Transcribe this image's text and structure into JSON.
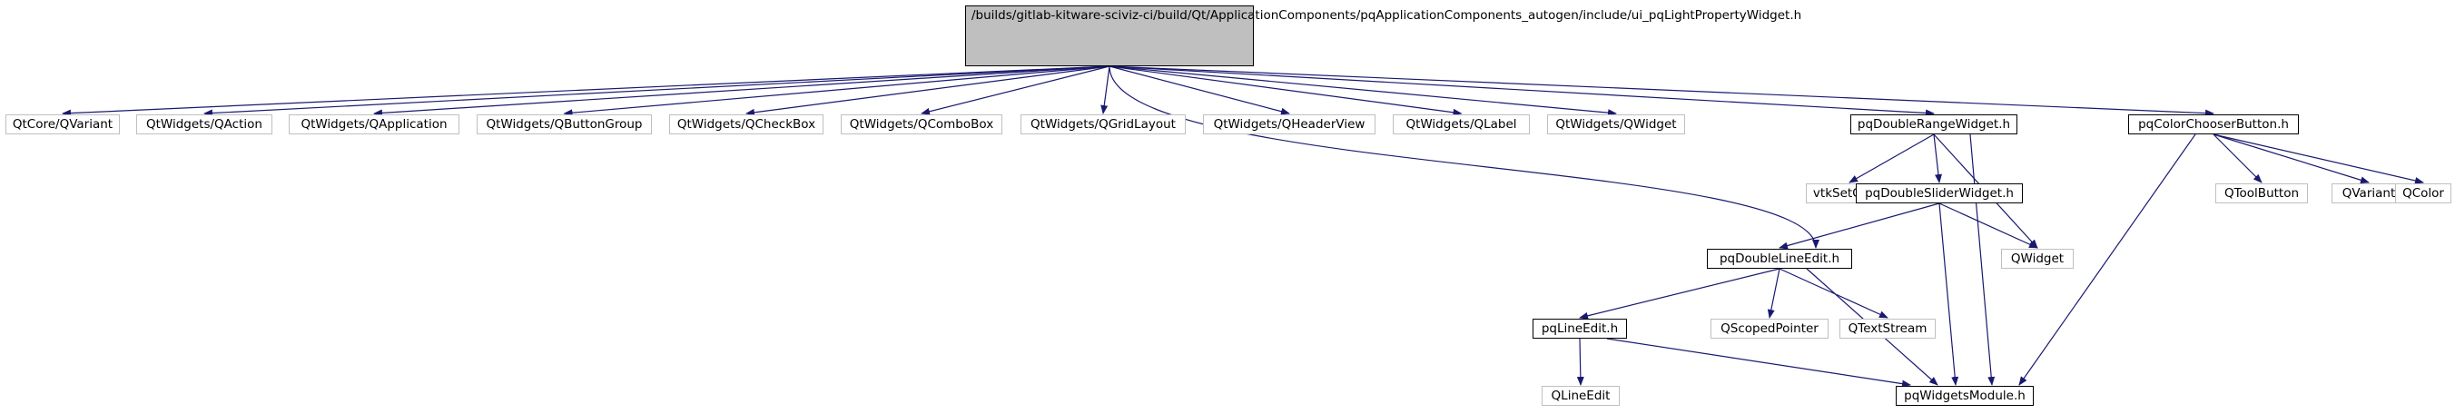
{
  "diagram": {
    "type": "include-dependency-graph",
    "edge_color": "#191970",
    "root": {
      "id": "root",
      "lines": [
        "/builds/gitlab-kitware",
        "-sciviz-ci/build/Qt/Application",
        "Components/pqApplicationComponents",
        "_autogen/include/ui_pqLightPropertyWidget.h"
      ]
    },
    "nodes": [
      {
        "id": "qvariant_core",
        "label": "QtCore/QVariant",
        "kind": "external"
      },
      {
        "id": "qaction",
        "label": "QtWidgets/QAction",
        "kind": "external"
      },
      {
        "id": "qapplication",
        "label": "QtWidgets/QApplication",
        "kind": "external"
      },
      {
        "id": "qbuttongroup",
        "label": "QtWidgets/QButtonGroup",
        "kind": "external"
      },
      {
        "id": "qcheckbox",
        "label": "QtWidgets/QCheckBox",
        "kind": "external"
      },
      {
        "id": "qcombobox",
        "label": "QtWidgets/QComboBox",
        "kind": "external"
      },
      {
        "id": "qgridlayout",
        "label": "QtWidgets/QGridLayout",
        "kind": "external"
      },
      {
        "id": "qheaderview",
        "label": "QtWidgets/QHeaderView",
        "kind": "external"
      },
      {
        "id": "qlabel",
        "label": "QtWidgets/QLabel",
        "kind": "external"
      },
      {
        "id": "qwidget_full",
        "label": "QtWidgets/QWidget",
        "kind": "external"
      },
      {
        "id": "pqdoublerangewidget",
        "label": "pqDoubleRangeWidget.h",
        "kind": "internal"
      },
      {
        "id": "pqcolorchooserbutton",
        "label": "pqColorChooserButton.h",
        "kind": "internal"
      },
      {
        "id": "vtksetget",
        "label": "vtkSetGet.h",
        "kind": "external"
      },
      {
        "id": "pqdoubleslider",
        "label": "pqDoubleSliderWidget.h",
        "kind": "internal"
      },
      {
        "id": "qtoolbutton",
        "label": "QToolButton",
        "kind": "external"
      },
      {
        "id": "qvariant",
        "label": "QVariant",
        "kind": "external"
      },
      {
        "id": "qcolor",
        "label": "QColor",
        "kind": "external"
      },
      {
        "id": "pqdoublelineedit",
        "label": "pqDoubleLineEdit.h",
        "kind": "internal"
      },
      {
        "id": "qwidget",
        "label": "QWidget",
        "kind": "external"
      },
      {
        "id": "pqlineedit",
        "label": "pqLineEdit.h",
        "kind": "internal"
      },
      {
        "id": "qscopedpointer",
        "label": "QScopedPointer",
        "kind": "external"
      },
      {
        "id": "qtextstream",
        "label": "QTextStream",
        "kind": "external"
      },
      {
        "id": "qlineedit",
        "label": "QLineEdit",
        "kind": "external"
      },
      {
        "id": "pqwidgetsmodule",
        "label": "pqWidgetsModule.h",
        "kind": "internal"
      }
    ],
    "edges": [
      {
        "from": "root",
        "to": "qvariant_core"
      },
      {
        "from": "root",
        "to": "qaction"
      },
      {
        "from": "root",
        "to": "qapplication"
      },
      {
        "from": "root",
        "to": "qbuttongroup"
      },
      {
        "from": "root",
        "to": "qcheckbox"
      },
      {
        "from": "root",
        "to": "qcombobox"
      },
      {
        "from": "root",
        "to": "qgridlayout"
      },
      {
        "from": "root",
        "to": "qheaderview"
      },
      {
        "from": "root",
        "to": "qlabel"
      },
      {
        "from": "root",
        "to": "qwidget_full"
      },
      {
        "from": "root",
        "to": "pqdoublerangewidget"
      },
      {
        "from": "root",
        "to": "pqcolorchooserbutton"
      },
      {
        "from": "root",
        "to": "pqdoublelineedit"
      },
      {
        "from": "pqdoublerangewidget",
        "to": "vtksetget"
      },
      {
        "from": "pqdoublerangewidget",
        "to": "pqdoubleslider"
      },
      {
        "from": "pqdoublerangewidget",
        "to": "qwidget"
      },
      {
        "from": "pqdoublerangewidget",
        "to": "pqwidgetsmodule"
      },
      {
        "from": "pqcolorchooserbutton",
        "to": "qtoolbutton"
      },
      {
        "from": "pqcolorchooserbutton",
        "to": "qvariant"
      },
      {
        "from": "pqcolorchooserbutton",
        "to": "qcolor"
      },
      {
        "from": "pqcolorchooserbutton",
        "to": "pqwidgetsmodule"
      },
      {
        "from": "pqdoubleslider",
        "to": "pqdoublelineedit"
      },
      {
        "from": "pqdoubleslider",
        "to": "qwidget"
      },
      {
        "from": "pqdoubleslider",
        "to": "pqwidgetsmodule"
      },
      {
        "from": "pqdoublelineedit",
        "to": "pqlineedit"
      },
      {
        "from": "pqdoublelineedit",
        "to": "qscopedpointer"
      },
      {
        "from": "pqdoublelineedit",
        "to": "qtextstream"
      },
      {
        "from": "pqdoublelineedit",
        "to": "pqwidgetsmodule"
      },
      {
        "from": "pqlineedit",
        "to": "qlineedit"
      },
      {
        "from": "pqlineedit",
        "to": "pqwidgetsmodule"
      }
    ]
  }
}
